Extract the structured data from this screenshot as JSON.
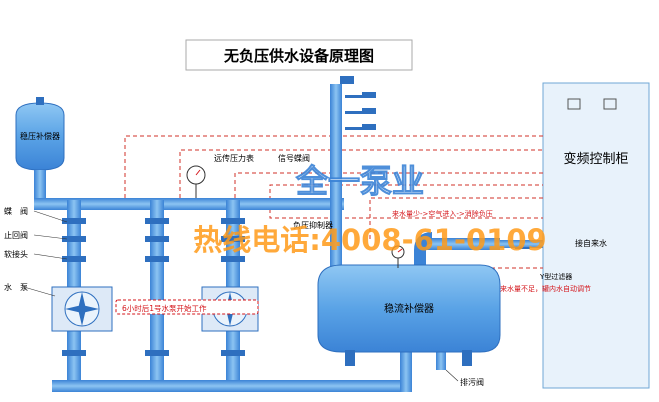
{
  "title": "无负压供水设备原理图",
  "cabinet_label": "变频控制柜",
  "tank_top_label": "稳压补偿器",
  "tank_label": "稳流补偿器",
  "labels": {
    "butterfly_valve": "蝶　阀",
    "check_valve": "止回阀",
    "soft_joint": "软接头",
    "pump": "水　泵",
    "gauge": "远传压力表",
    "signal_valve": "信号蝶阀",
    "suppressor": "负压抑制器",
    "note_flow": "来水量少->空气进入->消除负压",
    "inlet": "接自来水",
    "y_filter": "Y型过滤器",
    "auto_adjust": "来水量不足，罐内水自动调节",
    "drain": "排污阀",
    "pump_note": "6小时后1号水泵开始工作"
  },
  "watermark": {
    "brand": "全一泵业",
    "hotline": "热线电话:4008-61-0109"
  },
  "colors": {
    "pipe": "#5aa3e6",
    "pipe_dark": "#2e6fbf",
    "red_dash": "#d0302a",
    "accent_red": "#d4141a",
    "watermark_orange": "#ff9b1a",
    "watermark_white": "#ffffff"
  },
  "icons": [
    "pump-fan-icon",
    "pressure-gauge-icon",
    "valve-icon"
  ]
}
